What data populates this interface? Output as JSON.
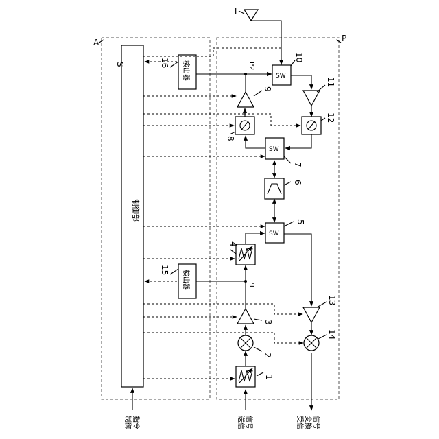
{
  "frame_labels": {
    "device": "A",
    "rf_section": "P",
    "controller_ref": "S"
  },
  "antenna_label": "T",
  "controller_label": "制御部",
  "detector_label": "検出器",
  "switch_label": "SW",
  "points": {
    "p1": "P1",
    "p2": "P2"
  },
  "numbers": {
    "n1": "1",
    "n2": "2",
    "n3": "3",
    "n4": "4",
    "n5": "5",
    "n6": "6",
    "n7": "7",
    "n8": "8",
    "n9": "9",
    "n10": "10",
    "n11": "11",
    "n12": "12",
    "n13": "13",
    "n14": "14",
    "n15": "15",
    "n16": "16"
  },
  "bottom_labels": {
    "control_command": [
      "制御",
      "指令"
    ],
    "transmit_signal": [
      "送信",
      "信号"
    ],
    "receive_signal": [
      "受信",
      "変換",
      "信号"
    ]
  }
}
